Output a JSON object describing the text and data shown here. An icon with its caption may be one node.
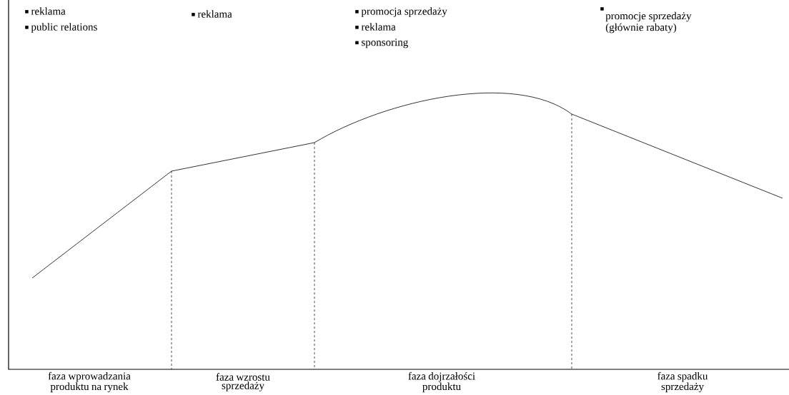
{
  "diagram": {
    "labels": [
      "reklama",
      "public relations",
      "reklama",
      "promocja sprzedaży",
      "reklama",
      "sponsoring",
      "promocje sprzedaży (głównie rabaty)",
      "faza wprowadzania produktu na rynek",
      "faza wzrostu sprzedaży",
      "faza dojrzałości produktu",
      "faza spadku sprzedaży"
    ]
  }
}
